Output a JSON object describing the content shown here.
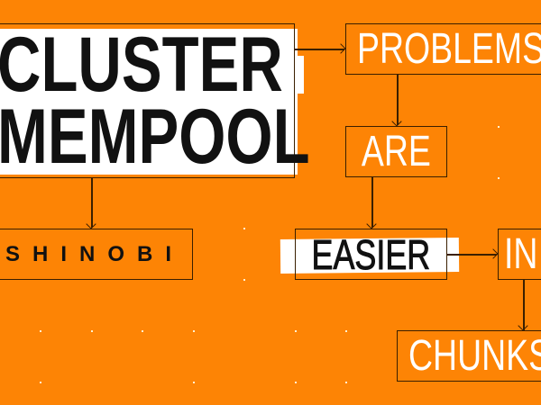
{
  "nodes": {
    "title_line1": "CLUSTER",
    "title_line2": "MEMPOOL",
    "author": "SHINOBI",
    "problems": "PROBLEMS",
    "are": "ARE",
    "easier": "EASIER",
    "in": "IN",
    "chunks": "CHUNKS"
  },
  "colors": {
    "background": "#fd8405",
    "box_border": "#3a1f00",
    "highlight": "#ffffff"
  }
}
